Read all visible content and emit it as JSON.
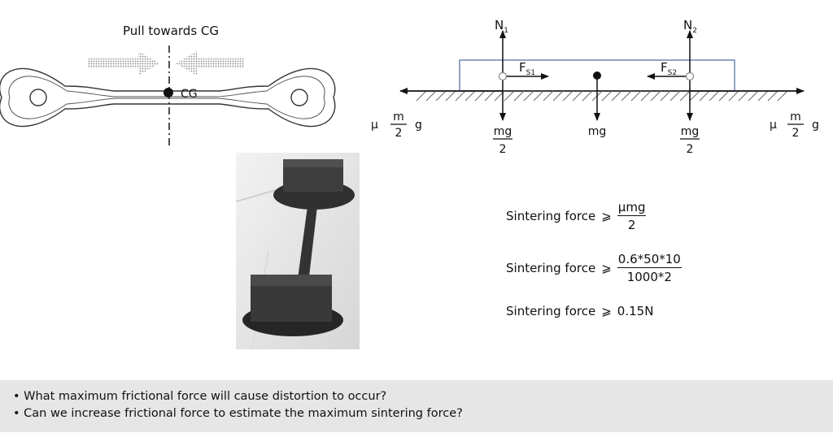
{
  "left_diagram": {
    "title": "Pull towards CG",
    "cg_label": "CG"
  },
  "force_diagram": {
    "n1": {
      "base": "N",
      "sub": "1"
    },
    "n2": {
      "base": "N",
      "sub": "2"
    },
    "fs1": {
      "base": "F",
      "sub": "S1"
    },
    "fs2": {
      "base": "F",
      "sub": "S2"
    },
    "mg_center": "mg",
    "mg_half": {
      "num": "mg",
      "den": "2"
    },
    "friction": {
      "mu": "μ",
      "num": "m",
      "den": "2",
      "g": "g"
    }
  },
  "equations": [
    {
      "label": "Sintering force",
      "rel": "⩾",
      "num": "μmg",
      "den": "2"
    },
    {
      "label": "Sintering force",
      "rel": "⩾",
      "num": "0.6*50*10",
      "den": "1000*2"
    },
    {
      "label": "Sintering force",
      "rel": "⩾",
      "value": "0.15N"
    }
  ],
  "questions": [
    "• What maximum frictional force will cause distortion to occur?",
    "• Can we increase frictional force to estimate the maximum sintering force?"
  ]
}
